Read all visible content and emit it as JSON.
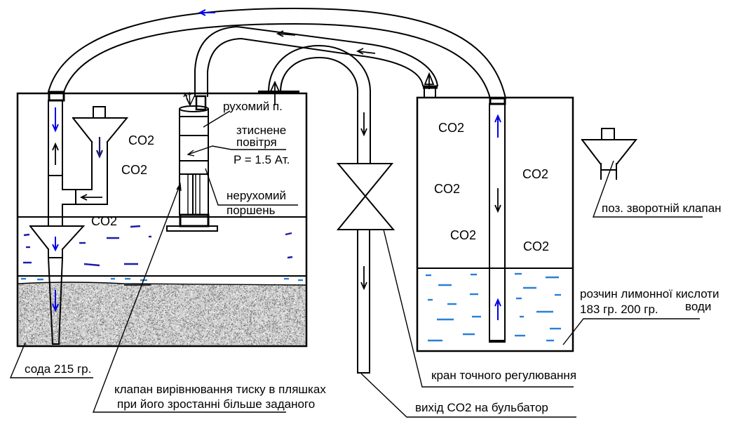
{
  "diagram": {
    "left_bottle": {
      "gas_labels": [
        "CO2",
        "CO2",
        "CO2"
      ],
      "moving_piston_label": "рухомий п.",
      "compressed_air_label": [
        "зтиснене",
        "повітря"
      ],
      "pressure_label": "P = 1.5 Ат.",
      "fixed_piston_label": [
        "нерухомий",
        "поршень"
      ],
      "soda_label": "сода 215 гр."
    },
    "right_bottle": {
      "gas_labels": [
        "CO2",
        "CO2",
        "CO2",
        "CO2",
        "CO2"
      ],
      "solution_label": [
        "розчин лимонної кислоти",
        "183 гр. 200 гр.",
        "води"
      ]
    },
    "pressure_valve_label": [
      "клапан вирівнювання тиску в пляшках",
      "при його зростанні більше заданого"
    ],
    "fine_valve_label": "кран точного регулювання",
    "co2_outlet_label": "вихід CO2 на бульбатор",
    "check_valve_label": "поз. зворотній клапан",
    "flow_arrows": [
      {
        "icon": "arrow-left-icon",
        "color": "blue",
        "where": "top return tube"
      },
      {
        "icon": "arrow-left-icon",
        "color": "black",
        "where": "middle tube"
      },
      {
        "icon": "arrow-left-icon",
        "color": "black",
        "where": "middle tube"
      },
      {
        "icon": "arrow-down-icon",
        "color": "blue",
        "where": "left bottle tube"
      },
      {
        "icon": "arrow-up-icon",
        "color": "black",
        "where": "left bottle tube"
      },
      {
        "icon": "arrow-down-icon",
        "color": "navy",
        "where": "left funnel stem"
      },
      {
        "icon": "arrow-left-icon",
        "color": "black",
        "where": "funnel connector"
      },
      {
        "icon": "arrow-down-icon",
        "color": "blue",
        "where": "liquid funnel"
      },
      {
        "icon": "arrow-down-icon",
        "color": "blue",
        "where": "soda tube"
      },
      {
        "icon": "arrow-down-icon",
        "color": "black",
        "where": "outlet tube above valve"
      },
      {
        "icon": "arrow-down-icon",
        "color": "black",
        "where": "outlet tube below valve"
      },
      {
        "icon": "arrow-up-icon",
        "color": "blue",
        "where": "right bottle tube top"
      },
      {
        "icon": "arrow-down-icon",
        "color": "black",
        "where": "right bottle tube middle"
      },
      {
        "icon": "arrow-up-icon",
        "color": "blue",
        "where": "right bottle tube bottom"
      }
    ]
  },
  "colors": {
    "line": "#000000",
    "flow_blue": "#0000e6",
    "flow_navy": "#1a1a66",
    "water_dark": "#1c1ca6",
    "water_light": "#2a7fd8",
    "sediment": "#9a9a9a",
    "background": "#ffffff"
  }
}
